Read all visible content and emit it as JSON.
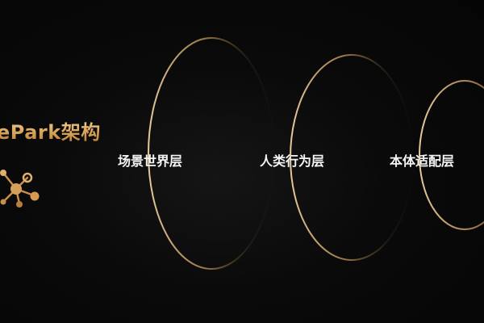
{
  "slide": {
    "title": "ePark架构",
    "layers": [
      {
        "label": "场景世界层"
      },
      {
        "label": "人类行为层"
      },
      {
        "label": "本体适配层"
      }
    ]
  },
  "colors": {
    "background": "#060606",
    "accent_gold": "#d9a55a",
    "text": "#f4f4f4"
  },
  "icons": [
    "molecule-icon"
  ]
}
